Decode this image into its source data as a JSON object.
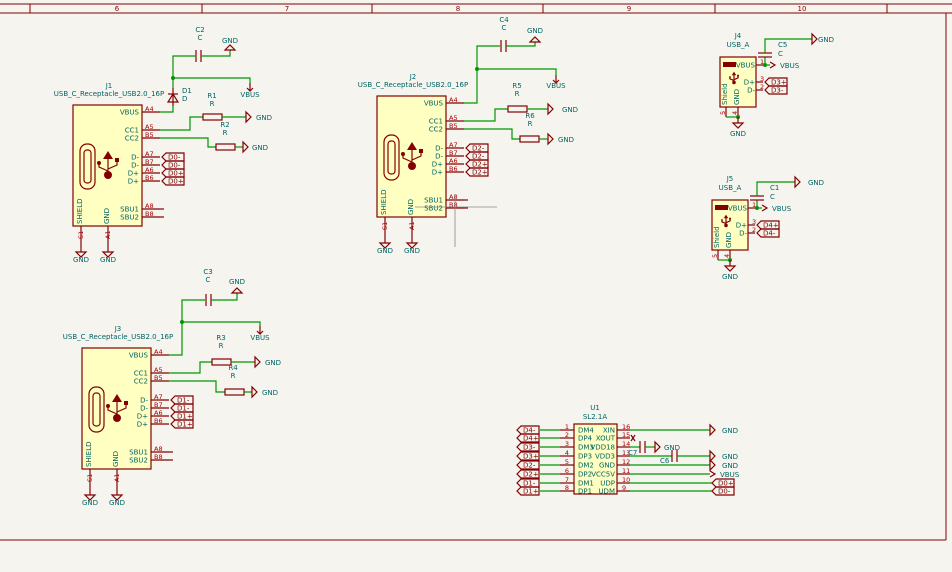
{
  "colors": {
    "symbol": "#840000",
    "wire": "#009600",
    "text": "#006464",
    "body_fill": "#ffffc2",
    "background": "#f5f4ef"
  },
  "ruler": {
    "columns": [
      "6",
      "7",
      "8",
      "9",
      "10"
    ]
  },
  "power": {
    "gnd": "GND",
    "vbus": "VBUS"
  },
  "usbc": [
    {
      "ref": "J1",
      "value": "USB_C_Receptacle_USB2.0_16P",
      "pins": [
        {
          "name": "VBUS",
          "num": "A4"
        },
        {
          "name": "CC1",
          "num": "A5"
        },
        {
          "name": "CC2",
          "num": "B5"
        },
        {
          "name": "D-",
          "num": "A7"
        },
        {
          "name": "D-",
          "num": "B7"
        },
        {
          "name": "D+",
          "num": "A6"
        },
        {
          "name": "D+",
          "num": "B6"
        },
        {
          "name": "SBU1",
          "num": "A8"
        },
        {
          "name": "SBU2",
          "num": "B8"
        }
      ],
      "bottom": [
        {
          "name": "SHIELD",
          "num": "S1"
        },
        {
          "name": "GND",
          "num": "A1"
        }
      ],
      "labels": [
        "D0-",
        "D0-",
        "D0+",
        "D0+"
      ],
      "cap": {
        "ref": "C2",
        "value": "C"
      },
      "r1": {
        "ref": "R1",
        "value": "R"
      },
      "r2": {
        "ref": "R2",
        "value": "R"
      },
      "diode": {
        "ref": "D1",
        "value": "D"
      }
    },
    {
      "ref": "J2",
      "value": "USB_C_Receptacle_USB2.0_16P",
      "pins": [
        {
          "name": "VBUS",
          "num": "A4"
        },
        {
          "name": "CC1",
          "num": "A5"
        },
        {
          "name": "CC2",
          "num": "B5"
        },
        {
          "name": "D-",
          "num": "A7"
        },
        {
          "name": "D-",
          "num": "B7"
        },
        {
          "name": "D+",
          "num": "A6"
        },
        {
          "name": "D+",
          "num": "B6"
        },
        {
          "name": "SBU1",
          "num": "A8"
        },
        {
          "name": "SBU2",
          "num": "B8"
        }
      ],
      "bottom": [
        {
          "name": "SHIELD",
          "num": "S1"
        },
        {
          "name": "GND",
          "num": "A1"
        }
      ],
      "labels": [
        "D2-",
        "D2-",
        "D2+",
        "D2+"
      ],
      "cap": {
        "ref": "C4",
        "value": "C"
      },
      "r1": {
        "ref": "R5",
        "value": "R"
      },
      "r2": {
        "ref": "R6",
        "value": "R"
      }
    },
    {
      "ref": "J3",
      "value": "USB_C_Receptacle_USB2.0_16P",
      "pins": [
        {
          "name": "VBUS",
          "num": "A4"
        },
        {
          "name": "CC1",
          "num": "A5"
        },
        {
          "name": "CC2",
          "num": "B5"
        },
        {
          "name": "D-",
          "num": "A7"
        },
        {
          "name": "D-",
          "num": "B7"
        },
        {
          "name": "D+",
          "num": "A6"
        },
        {
          "name": "D+",
          "num": "B6"
        },
        {
          "name": "SBU1",
          "num": "A8"
        },
        {
          "name": "SBU2",
          "num": "B8"
        }
      ],
      "bottom": [
        {
          "name": "SHIELD",
          "num": "S1"
        },
        {
          "name": "GND",
          "num": "A1"
        }
      ],
      "labels": [
        "D1-",
        "D1-",
        "D1+",
        "D1+"
      ],
      "cap": {
        "ref": "C3",
        "value": "C"
      },
      "r1": {
        "ref": "R3",
        "value": "R"
      },
      "r2": {
        "ref": "R4",
        "value": "R"
      }
    }
  ],
  "usba": [
    {
      "ref": "J4",
      "value": "USB_A",
      "pins": [
        {
          "name": "VBUS",
          "num": "1"
        },
        {
          "name": "D+",
          "num": "3"
        },
        {
          "name": "D-",
          "num": "2"
        }
      ],
      "bottom": [
        {
          "name": "Shield",
          "num": "5"
        },
        {
          "name": "GND",
          "num": "4"
        }
      ],
      "labels": [
        "D3+",
        "D3-"
      ],
      "cap": {
        "ref": "C5",
        "value": "C"
      }
    },
    {
      "ref": "J5",
      "value": "USB_A",
      "pins": [
        {
          "name": "VBUS",
          "num": "1"
        },
        {
          "name": "D+",
          "num": "3"
        },
        {
          "name": "D-",
          "num": "2"
        }
      ],
      "bottom": [
        {
          "name": "Shield",
          "num": "5"
        },
        {
          "name": "GND",
          "num": "4"
        }
      ],
      "labels": [
        "D4+",
        "D4-"
      ],
      "cap": {
        "ref": "C1",
        "value": "C"
      }
    }
  ],
  "hub": {
    "ref": "U1",
    "value": "SL2.1A",
    "left": [
      {
        "name": "DM4",
        "num": "1",
        "label": "D4-"
      },
      {
        "name": "DP4",
        "num": "2",
        "label": "D4+"
      },
      {
        "name": "DM3",
        "num": "3",
        "label": "D3-"
      },
      {
        "name": "DP3",
        "num": "4",
        "label": "D3+"
      },
      {
        "name": "DM2",
        "num": "5",
        "label": "D2-"
      },
      {
        "name": "DP2",
        "num": "6",
        "label": "D2+"
      },
      {
        "name": "DM1",
        "num": "7",
        "label": "D1-"
      },
      {
        "name": "DP1",
        "num": "8",
        "label": "D1+"
      }
    ],
    "right": [
      {
        "name": "XIN",
        "num": "16"
      },
      {
        "name": "XOUT",
        "num": "15"
      },
      {
        "name": "VDD18",
        "num": "14"
      },
      {
        "name": "VDD3",
        "num": "13"
      },
      {
        "name": "GND",
        "num": "12"
      },
      {
        "name": "VCC5V",
        "num": "11"
      },
      {
        "name": "UDP",
        "num": "10",
        "label": "D0+"
      },
      {
        "name": "UDM",
        "num": "9",
        "label": "D0-"
      }
    ],
    "c7": {
      "ref": "C7"
    },
    "c6": {
      "ref": "C6"
    }
  }
}
